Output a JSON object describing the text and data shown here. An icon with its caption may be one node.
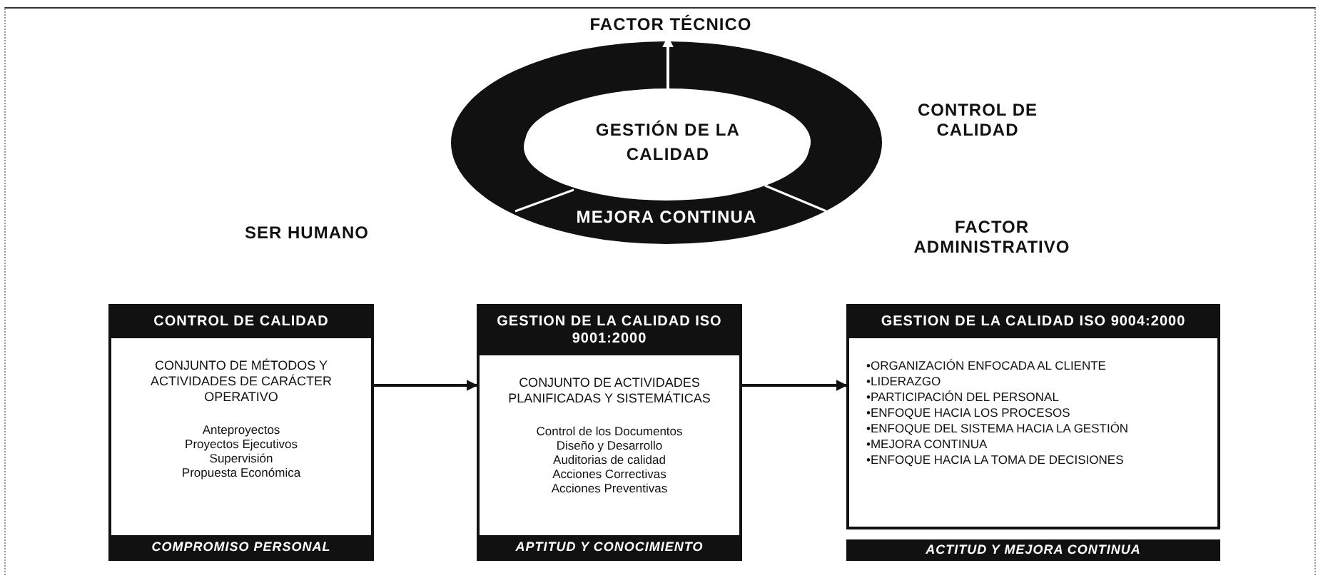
{
  "diagram": {
    "nodes": [
      {
        "text": [
          "MEJORA CONTINUA"
        ]
      },
      {
        "text": [
          "GESTIÓN DE LA CALIDAD"
        ],
        "in": 0
      },
      {
        "text": [
          "FACTOR TÉCNICO"
        ]
      },
      {
        "text": [
          "CONTROL DE CALIDAD",
          "CONJUNTO DE MÉTODOS Y ACTIVIDADES DE CARÁCTER OPERATIVO",
          "Anteproyectos",
          "Proyectos Ejecutivos",
          "Supervisión",
          "Propuesta Económica",
          "COMPROMISO PERSONAL"
        ]
      },
      {
        "text": [
          "GESTION DE LA CALIDAD ISO 9001:2000",
          "CONJUNTO DE ACTIVIDADES PLANIFICADAS Y SISTEMÁTICAS",
          "Control de los Documentos",
          "Diseño y Desarrollo",
          "Auditorias de calidad",
          "Acciones Correctivas",
          "Acciones Preventivas",
          "APTITUD Y CONOCIMIENTO"
        ]
      },
      {
        "text": [
          "GESTION DE LA CALIDAD ISO 9004:2000",
          "•ORGANIZACIÓN ENFOCADA AL CLIENTE",
          "•LIDERAZGO",
          "•PARTICIPACIÓN DEL PERSONAL",
          "•ENFOQUE HACIA LOS PROCESOS",
          "•ENFOQUE DEL SISTEMA HACIA LA GESTIÓN",
          "•MEJORA CONTINUA",
          "•ENFOQUE HACIA LA TOMA DE DECISIONES"
        ]
      },
      {
        "text": [
          "ACTITUD Y MEJORA CONTINUA"
        ]
      }
    ],
    "edges": [
      {
        "from": 1,
        "to": 2,
        "arrow": "to",
        "color": "#ffffff"
      },
      {
        "from": 3,
        "to": 4,
        "arrow": "to"
      },
      {
        "from": 4,
        "to": 5,
        "arrow": "to"
      }
    ],
    "labels": [
      "CONTROL DE CALIDAD",
      "SER HUMANO",
      "FACTOR ADMINISTRATIVO"
    ]
  }
}
